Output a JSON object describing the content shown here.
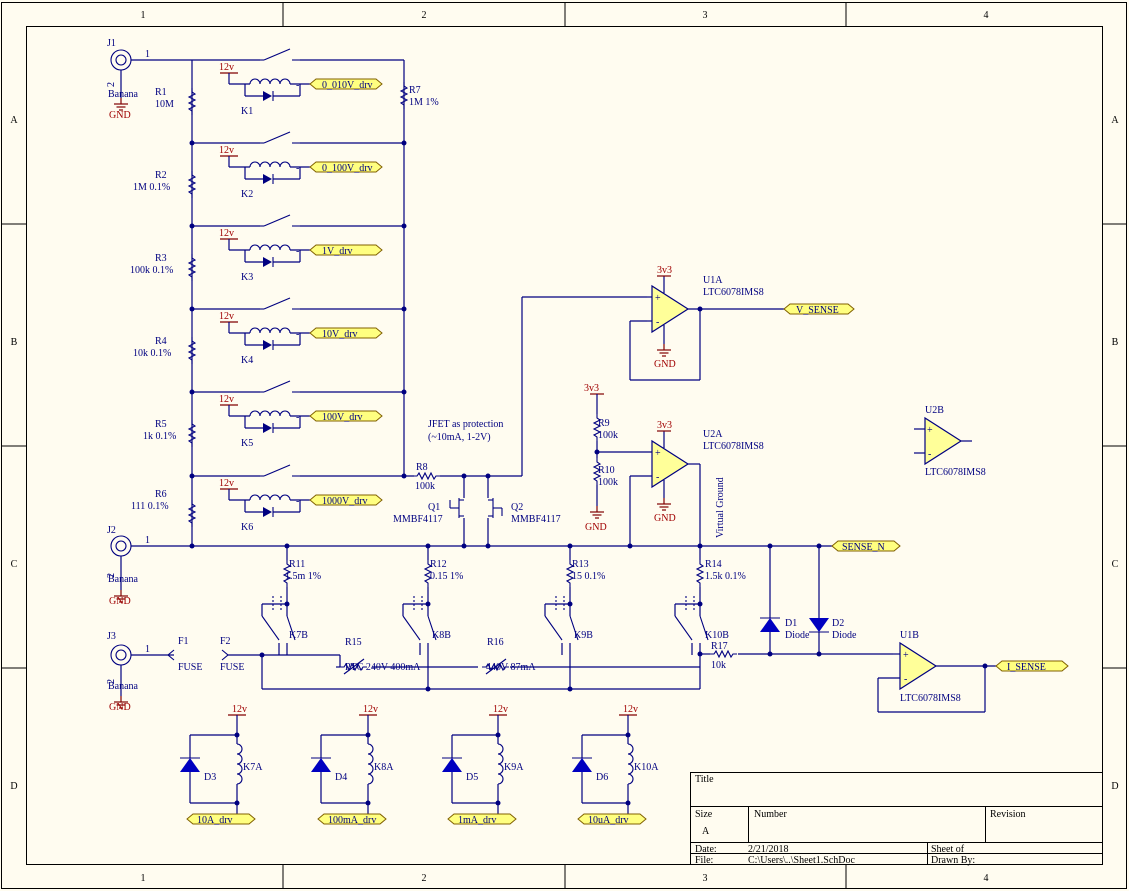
{
  "sheet": {
    "columns": [
      "1",
      "2",
      "3",
      "4"
    ],
    "rows": [
      "A",
      "B",
      "C",
      "D"
    ]
  },
  "connectors": {
    "j1": {
      "ref": "J1",
      "pin": "1",
      "pin2": "2",
      "type": "Banana"
    },
    "j2": {
      "ref": "J2",
      "pin": "1",
      "pin2": "2",
      "type": "Banana"
    },
    "j3": {
      "ref": "J3",
      "pin": "1",
      "pin2": "2",
      "type": "Banana"
    }
  },
  "resistors": {
    "r1": {
      "ref": "R1",
      "value": "10M"
    },
    "r2": {
      "ref": "R2",
      "value": "1M 0.1%"
    },
    "r3": {
      "ref": "R3",
      "value": "100k 0.1%"
    },
    "r4": {
      "ref": "R4",
      "value": "10k 0.1%"
    },
    "r5": {
      "ref": "R5",
      "value": "1k 0.1%"
    },
    "r6": {
      "ref": "R6",
      "value": "111 0.1%"
    },
    "r7": {
      "ref": "R7",
      "value": "1M 1%"
    },
    "r8": {
      "ref": "R8",
      "value": "100k"
    },
    "r9": {
      "ref": "R9",
      "value": "100k"
    },
    "r10": {
      "ref": "R10",
      "value": "100k"
    },
    "r11": {
      "ref": "R11",
      "value": "1.5m 1%"
    },
    "r12": {
      "ref": "R12",
      "value": "0.15 1%"
    },
    "r13": {
      "ref": "R13",
      "value": "15 0.1%"
    },
    "r14": {
      "ref": "R14",
      "value": "1.5k 0.1%"
    },
    "r15": {
      "ref": "R15",
      "value": "PTC 240V 400mA"
    },
    "r16": {
      "ref": "R16",
      "value": "440V 87mA"
    },
    "r17": {
      "ref": "R17",
      "value": "10k"
    }
  },
  "relays": {
    "k1": {
      "ref": "K1",
      "drive": "0_010V_drv"
    },
    "k2": {
      "ref": "K2",
      "drive": "0_100V_drv"
    },
    "k3": {
      "ref": "K3",
      "drive": "1V_drv"
    },
    "k4": {
      "ref": "K4",
      "drive": "10V_drv"
    },
    "k5": {
      "ref": "K5",
      "drive": "100V_drv"
    },
    "k6": {
      "ref": "K6",
      "drive": "1000V_drv"
    },
    "k7b": "K7B",
    "k8b": "K8B",
    "k9b": "K9B",
    "k10b": "K10B",
    "k7a": "K7A",
    "k8a": "K8A",
    "k9a": "K9A",
    "k10a": "K10A"
  },
  "coil_drives": {
    "k7": "10A_drv",
    "k8": "100mA_drv",
    "k9": "1mA_drv",
    "k10": "10uA_drv"
  },
  "diodes": {
    "d1": {
      "ref": "D1",
      "value": "Diode"
    },
    "d2": {
      "ref": "D2",
      "value": "Diode"
    },
    "d3": "D3",
    "d4": "D4",
    "d5": "D5",
    "d6": "D6"
  },
  "transistors": {
    "q1": {
      "ref": "Q1",
      "value": "MMBF4117"
    },
    "q2": {
      "ref": "Q2",
      "value": "MMBF4117"
    },
    "note_line1": "JFET as protection",
    "note_line2": "(~10mA, 1-2V)"
  },
  "opamps": {
    "u1a": {
      "ref": "U1A",
      "value": "LTC6078IMS8"
    },
    "u2a": {
      "ref": "U2A",
      "value": "LTC6078IMS8"
    },
    "u2b": {
      "ref": "U2B",
      "value": "LTC6078IMS8"
    },
    "u1b": {
      "ref": "U1B",
      "value": "LTC6078IMS8"
    }
  },
  "fuses": {
    "f1": {
      "ref": "F1",
      "value": "FUSE"
    },
    "f2": {
      "ref": "F2",
      "value": "FUSE"
    }
  },
  "nets": {
    "v_sense": "V_SENSE",
    "sense_n": "SENSE_N",
    "i_sense": "I_SENSE",
    "virtual_ground": "Virtual Ground",
    "pwr_12v": "12v",
    "pwr_3v3": "3v3",
    "gnd": "GND",
    "pin_plus": "+",
    "pin_minus": "-"
  },
  "title_block": {
    "title_label": "Title",
    "size_label": "Size",
    "size_value": "A",
    "number_label": "Number",
    "revision_label": "Revision",
    "date_label": "Date:",
    "date_value": "2/21/2018",
    "sheet_label": "Sheet    of",
    "file_label": "File:",
    "file_value": "C:\\Users\\..\\Sheet1.SchDoc",
    "drawn_label": "Drawn By:"
  }
}
